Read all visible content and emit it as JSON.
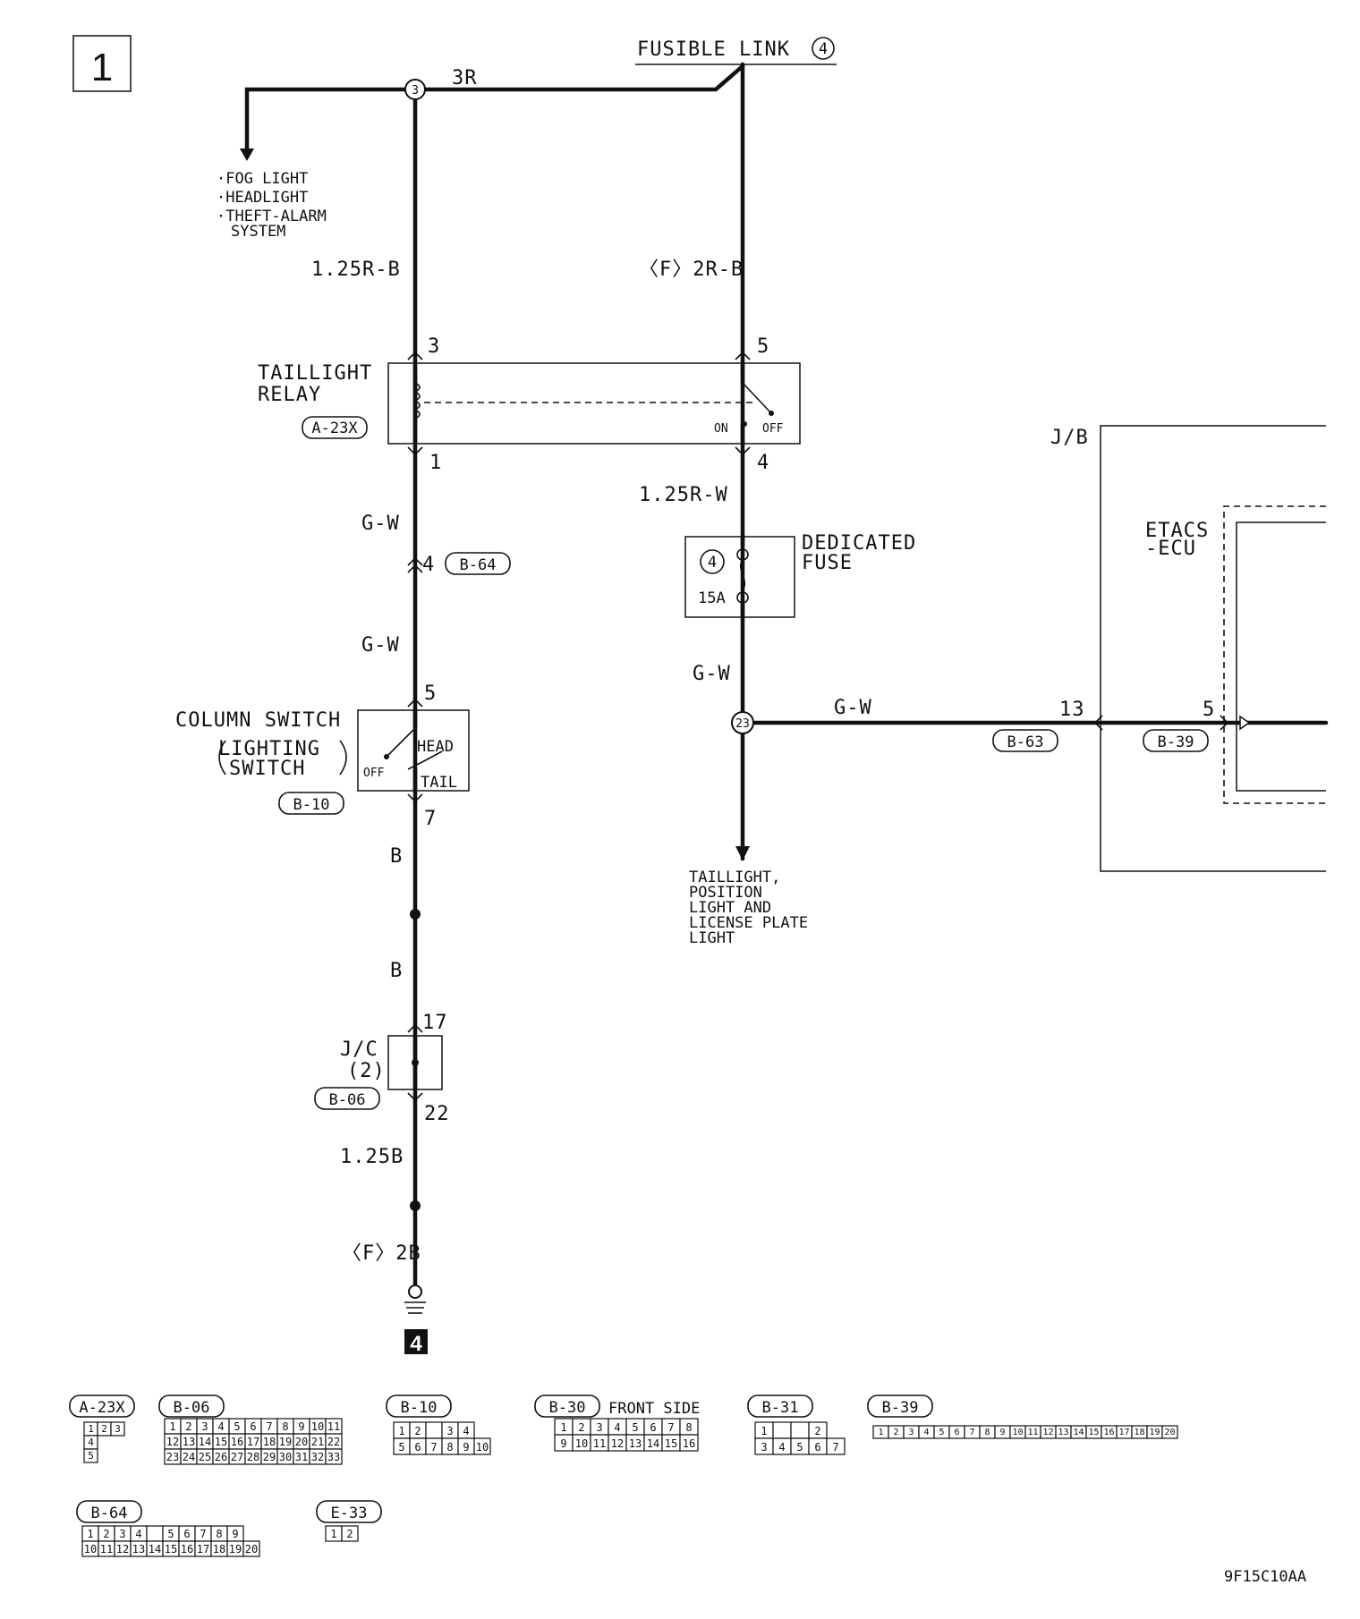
{
  "page_number": "1",
  "sheet_code": "9F15C10AA",
  "fusible_link": {
    "label": "FUSIBLE LINK",
    "number": "4"
  },
  "splices": {
    "top_left": "3",
    "right": "23"
  },
  "wires": {
    "top": "3R",
    "left_upper": "1.25R-B",
    "right_upper": "〈F〉2R-B",
    "relay_out_left_1": "G-W",
    "relay_out_left_2": "G-W",
    "relay_out_right": "1.25R-W",
    "fuse_out": "G-W",
    "to_etacs": "G-W",
    "switch_out_1": "B",
    "switch_out_2": "B",
    "jc_out": "1.25B",
    "ground": "〈F〉2B"
  },
  "fog_list": [
    "·FOG LIGHT",
    "·HEADLIGHT",
    "·THEFT-ALARM",
    "SYSTEM"
  ],
  "taillight_relay": {
    "name": [
      "TAILLIGHT",
      "RELAY"
    ],
    "connector": "A-23X",
    "pins": {
      "in_left": "3",
      "in_right": "5",
      "out_left": "1",
      "out_right": "4"
    },
    "on": "ON",
    "off": "OFF"
  },
  "inline_connector": {
    "pin": "4",
    "id": "B-64"
  },
  "dedicated_fuse": {
    "name": [
      "DEDICATED",
      "FUSE"
    ],
    "number": "4",
    "rating": "15A"
  },
  "column_switch": {
    "name": [
      "COLUMN SWITCH",
      "LIGHTING",
      "SWITCH"
    ],
    "connector": "B-10",
    "pin_in": "5",
    "pin_out": "7",
    "positions": {
      "off": "OFF",
      "head": "HEAD",
      "tail": "TAIL"
    }
  },
  "junction_connector": {
    "name": [
      "J/C",
      "(2)"
    ],
    "connector": "B-06",
    "pin_in": "17",
    "pin_out": "22"
  },
  "ground_ref": "4",
  "tail_dest": [
    "TAILLIGHT,",
    "POSITION",
    "LIGHT AND",
    "LICENSE PLATE",
    "LIGHT"
  ],
  "junction_block": {
    "label": "J/B",
    "pin": "13",
    "connector": "B-63"
  },
  "etacs": {
    "name": [
      "ETACS",
      "-ECU"
    ],
    "pin": "5",
    "connector": "B-39"
  },
  "legend": {
    "a23x": {
      "id": "A-23X",
      "rows": [
        [
          "1",
          "2",
          "3"
        ],
        [
          "4"
        ],
        [
          "5"
        ]
      ]
    },
    "b06": {
      "id": "B-06",
      "rows": [
        [
          "1",
          "2",
          "3",
          "4",
          "5",
          "6",
          "7",
          "8",
          "9",
          "10",
          "11"
        ],
        [
          "12",
          "13",
          "14",
          "15",
          "16",
          "17",
          "18",
          "19",
          "20",
          "21",
          "22"
        ],
        [
          "23",
          "24",
          "25",
          "26",
          "27",
          "28",
          "29",
          "30",
          "31",
          "32",
          "33"
        ]
      ]
    },
    "b10": {
      "id": "B-10",
      "rows": [
        [
          "1",
          "2",
          "",
          "3",
          "4"
        ],
        [
          "5",
          "6",
          "7",
          "8",
          "9",
          "10"
        ]
      ]
    },
    "b30": {
      "id": "B-30",
      "note": "FRONT SIDE",
      "rows": [
        [
          "1",
          "2",
          "3",
          "4",
          "5",
          "6",
          "7",
          "8"
        ],
        [
          "9",
          "10",
          "11",
          "12",
          "13",
          "14",
          "15",
          "16"
        ]
      ]
    },
    "b31": {
      "id": "B-31",
      "rows": [
        [
          "1",
          "",
          "",
          "2"
        ],
        [
          "3",
          "4",
          "5",
          "6",
          "7"
        ]
      ]
    },
    "b39": {
      "id": "B-39",
      "rows": [
        [
          "1",
          "2",
          "3",
          "4",
          "5",
          "6",
          "7",
          "8",
          "9",
          "10",
          "11",
          "12",
          "13",
          "14",
          "15",
          "16",
          "17",
          "18",
          "19",
          "20"
        ]
      ]
    },
    "b64": {
      "id": "B-64",
      "rows": [
        [
          "1",
          "2",
          "3",
          "4",
          "",
          "5",
          "6",
          "7",
          "8",
          "9"
        ],
        [
          "10",
          "11",
          "12",
          "13",
          "14",
          "15",
          "16",
          "17",
          "18",
          "19",
          "20"
        ]
      ]
    },
    "e33": {
      "id": "E-33",
      "rows": [
        [
          "1",
          "2"
        ]
      ]
    }
  }
}
